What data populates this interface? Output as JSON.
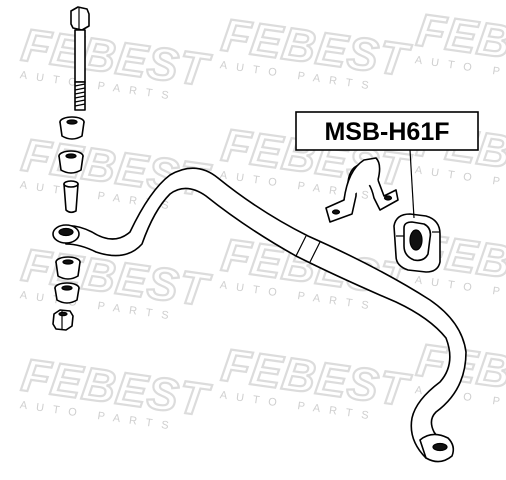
{
  "watermark": {
    "brand": "FEBEST",
    "tagline": "AUTO PARTS"
  },
  "part_number": "MSB-H61F"
}
